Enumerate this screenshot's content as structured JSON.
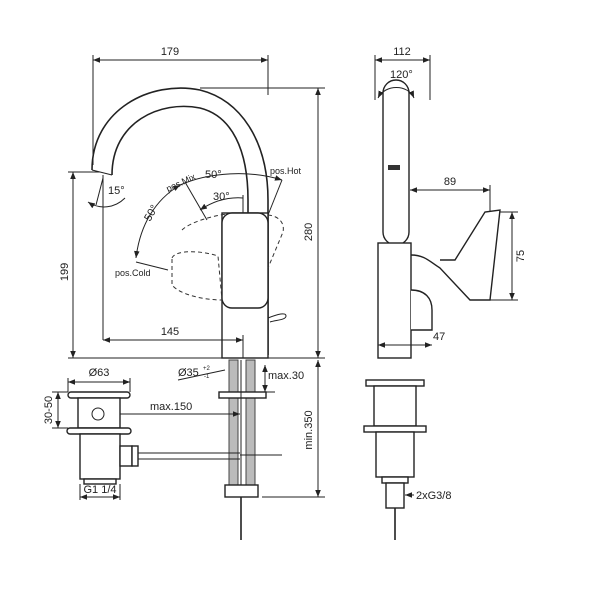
{
  "front_view": {
    "dim_width_top": "179",
    "dim_height_total": "280",
    "dim_spout_height": "199",
    "dim_spout_reach": "145",
    "angle_spout": "15°",
    "angle_mix_hot": "50°",
    "angle_cold_mix": "50°",
    "angle_inner": "30°",
    "label_pos_mix": "pos.Mix",
    "label_pos_hot": "pos.Hot",
    "label_pos_cold": "pos.Cold",
    "dim_hole_diameter": "Ø35",
    "dim_hole_tol_plus": "+2",
    "dim_hole_tol_minus": "-1",
    "dim_max_deck": "max.30",
    "dim_min_hose": "min.350",
    "dim_max_rod": "max.150"
  },
  "waste_view": {
    "dim_diameter": "Ø63",
    "dim_height_range": "30-50",
    "dim_thread": "G1 1/4"
  },
  "side_view": {
    "dim_depth": "112",
    "angle_swivel": "120°",
    "dim_handle_reach": "89",
    "dim_handle_height": "75",
    "dim_body_offset": "47",
    "dim_connections": "2xG3/8"
  }
}
